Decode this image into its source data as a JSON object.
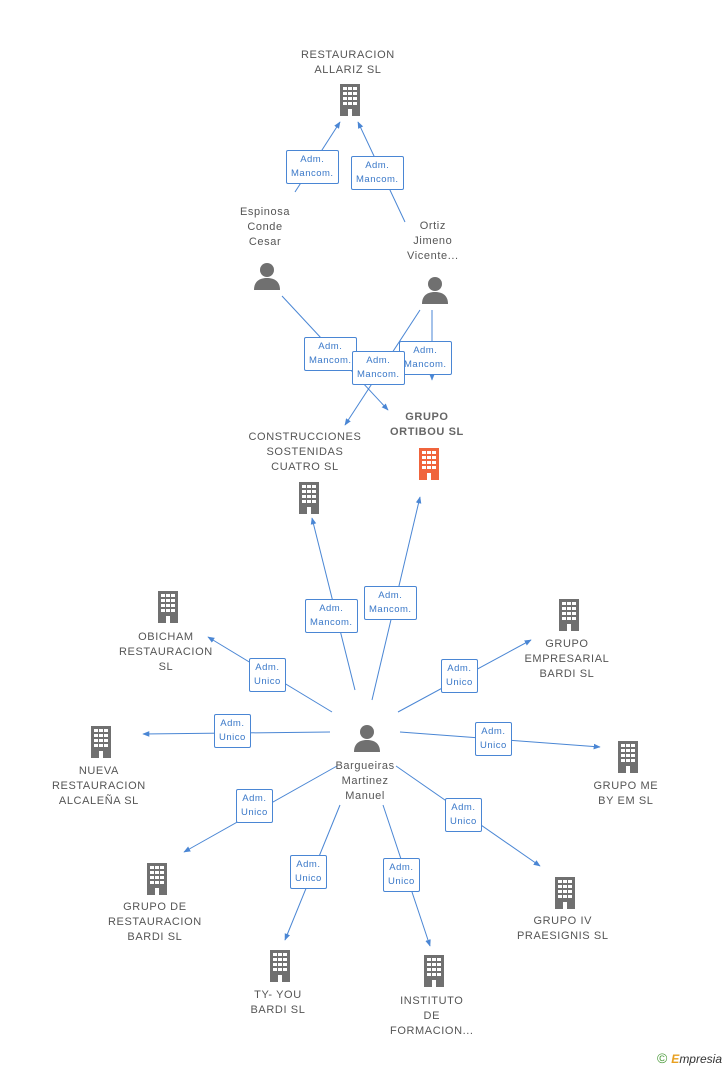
{
  "nodes": [
    {
      "id": "restauracion_allariz",
      "type": "company",
      "lines": [
        "RESTAURACION",
        "ALLARIZ  SL"
      ],
      "highlight": false
    },
    {
      "id": "espinosa",
      "type": "person",
      "lines": [
        "Espinosa",
        "Conde",
        "Cesar"
      ],
      "highlight": false
    },
    {
      "id": "ortiz",
      "type": "person",
      "lines": [
        "Ortiz",
        "Jimeno",
        "Vicente..."
      ],
      "highlight": false
    },
    {
      "id": "construcciones",
      "type": "company",
      "lines": [
        "CONSTRUCCIONES",
        "SOSTENIDAS",
        "CUATRO  SL"
      ],
      "highlight": false
    },
    {
      "id": "grupo_ortibou",
      "type": "company",
      "lines": [
        "GRUPO",
        "ORTIBOU  SL"
      ],
      "highlight": true
    },
    {
      "id": "obicham",
      "type": "company",
      "lines": [
        "OBICHAM",
        "RESTAURACION",
        "SL"
      ],
      "highlight": false
    },
    {
      "id": "grupo_empresarial",
      "type": "company",
      "lines": [
        "GRUPO",
        "EMPRESARIAL",
        "BARDI  SL"
      ],
      "highlight": false
    },
    {
      "id": "nueva_restauracion",
      "type": "company",
      "lines": [
        "NUEVA",
        "RESTAURACION",
        "ALCALEÑA  SL"
      ],
      "highlight": false
    },
    {
      "id": "bargueiras",
      "type": "person",
      "lines": [
        "Bargueiras",
        "Martinez",
        "Manuel"
      ],
      "highlight": false
    },
    {
      "id": "grupo_me",
      "type": "company",
      "lines": [
        "GRUPO ME",
        "BY EM  SL"
      ],
      "highlight": false
    },
    {
      "id": "grupo_restauracion_bardi",
      "type": "company",
      "lines": [
        "GRUPO DE",
        "RESTAURACION",
        "BARDI  SL"
      ],
      "highlight": false
    },
    {
      "id": "grupo_iv",
      "type": "company",
      "lines": [
        "GRUPO IV",
        "PRAESIGNIS  SL"
      ],
      "highlight": false
    },
    {
      "id": "ty_you",
      "type": "company",
      "lines": [
        "TY- YOU",
        "BARDI  SL"
      ],
      "highlight": false
    },
    {
      "id": "instituto",
      "type": "company",
      "lines": [
        "INSTITUTO",
        "DE",
        "FORMACION..."
      ],
      "highlight": false
    }
  ],
  "relations": [
    {
      "id": "r1",
      "from": "espinosa",
      "to": "restauracion_allariz",
      "lines": [
        "Adm.",
        "Mancom."
      ]
    },
    {
      "id": "r2",
      "from": "ortiz",
      "to": "restauracion_allariz",
      "lines": [
        "Adm.",
        "Mancom."
      ]
    },
    {
      "id": "r3",
      "from": "espinosa",
      "to": "grupo_ortibou",
      "lines": [
        "Adm.",
        "Mancom."
      ]
    },
    {
      "id": "r4",
      "from": "ortiz",
      "to": "grupo_ortibou",
      "lines": [
        "Adm.",
        "Mancom."
      ]
    },
    {
      "id": "r5",
      "from": "ortiz",
      "to": "construcciones",
      "lines": [
        "Adm.",
        "Mancom."
      ]
    },
    {
      "id": "r6",
      "from": "bargueiras",
      "to": "construcciones",
      "lines": [
        "Adm.",
        "Mancom."
      ]
    },
    {
      "id": "r7",
      "from": "bargueiras",
      "to": "grupo_ortibou",
      "lines": [
        "Adm.",
        "Mancom."
      ]
    },
    {
      "id": "r8",
      "from": "bargueiras",
      "to": "obicham",
      "lines": [
        "Adm.",
        "Unico"
      ]
    },
    {
      "id": "r9",
      "from": "bargueiras",
      "to": "grupo_empresarial",
      "lines": [
        "Adm.",
        "Unico"
      ]
    },
    {
      "id": "r10",
      "from": "bargueiras",
      "to": "nueva_restauracion",
      "lines": [
        "Adm.",
        "Unico"
      ]
    },
    {
      "id": "r11",
      "from": "bargueiras",
      "to": "grupo_me",
      "lines": [
        "Adm.",
        "Unico"
      ]
    },
    {
      "id": "r12",
      "from": "bargueiras",
      "to": "grupo_restauracion_bardi",
      "lines": [
        "Adm.",
        "Unico"
      ]
    },
    {
      "id": "r13",
      "from": "bargueiras",
      "to": "grupo_iv",
      "lines": [
        "Adm.",
        "Unico"
      ]
    },
    {
      "id": "r14",
      "from": "bargueiras",
      "to": "ty_you",
      "lines": [
        "Adm.",
        "Unico"
      ]
    },
    {
      "id": "r15",
      "from": "bargueiras",
      "to": "instituto",
      "lines": [
        "Adm.",
        "Unico"
      ]
    }
  ],
  "colors": {
    "edge": "#4a86d4",
    "icon": "#707070",
    "highlight_icon": "#f0643c",
    "label_text": "#3a78c8"
  },
  "watermark": {
    "copyright": "©",
    "brand_first": "E",
    "brand_rest": "mpresia"
  }
}
